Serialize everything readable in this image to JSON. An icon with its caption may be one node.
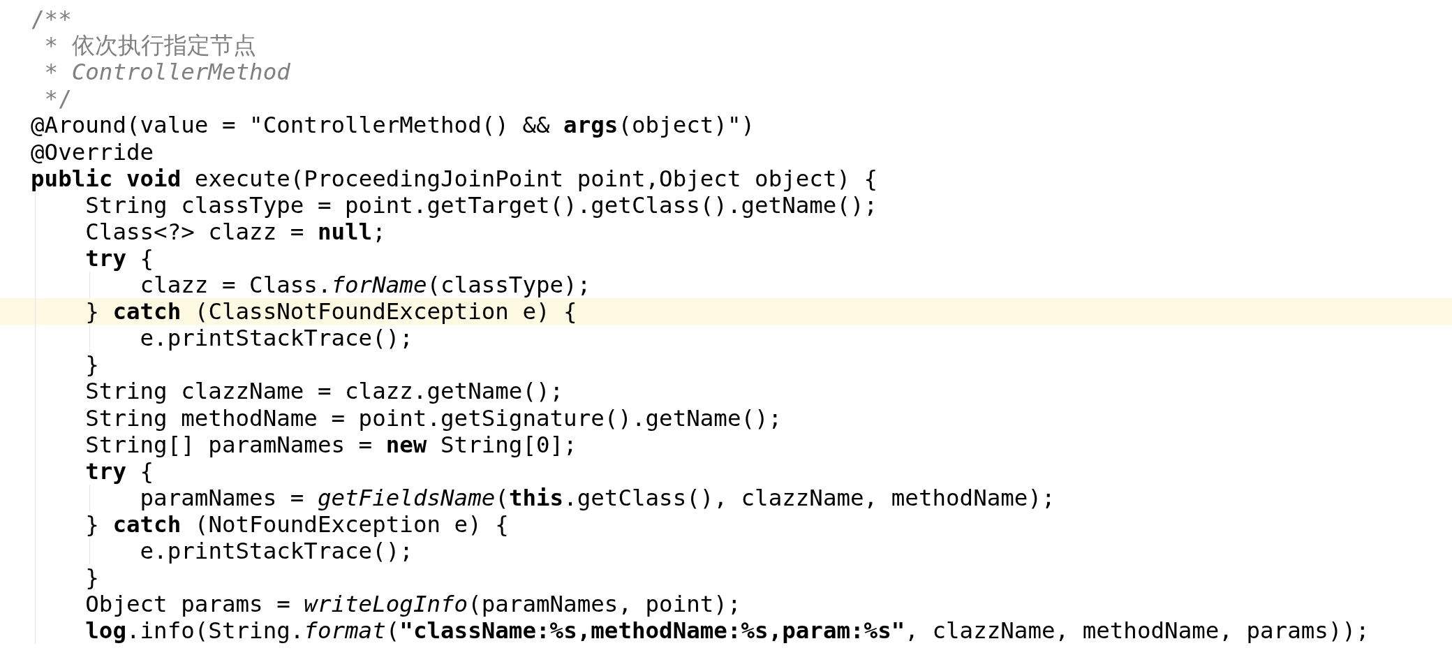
{
  "diagram": {
    "labels": [
      "/**",
      "* 依次执行指定节点",
      "* ControllerMethod",
      "*/",
      "@Around(value = \"ControllerMethod() && **args**(object)\")",
      "@Override",
      "**public** **void** execute(ProceedingJoinPoint point,Object object) {",
      "String classType = point.getTarget().getClass().getName();",
      "Class<?> clazz = **null**;",
      "**try** {",
      "clazz = Class.*forName*(classType);",
      "} **catch** (ClassNotFoundException e) {",
      "e.printStackTrace();",
      "}",
      "String clazzName = clazz.getName();",
      "String methodName = point.getSignature().getName();",
      "String[] paramNames = **new** String[0];",
      "**try** {",
      "paramNames = *getFieldsName*(**this**.getClass(), clazzName, methodName);",
      "} **catch** (NotFoundException e) {",
      "e.printStackTrace();",
      "}",
      "Object params = *writeLogInfo*(paramNames, point);",
      "**log**.info(String.*format*(**\"className:%s,methodName:%s,param:%s\"**, clazzName, methodName, params));"
    ]
  }
}
